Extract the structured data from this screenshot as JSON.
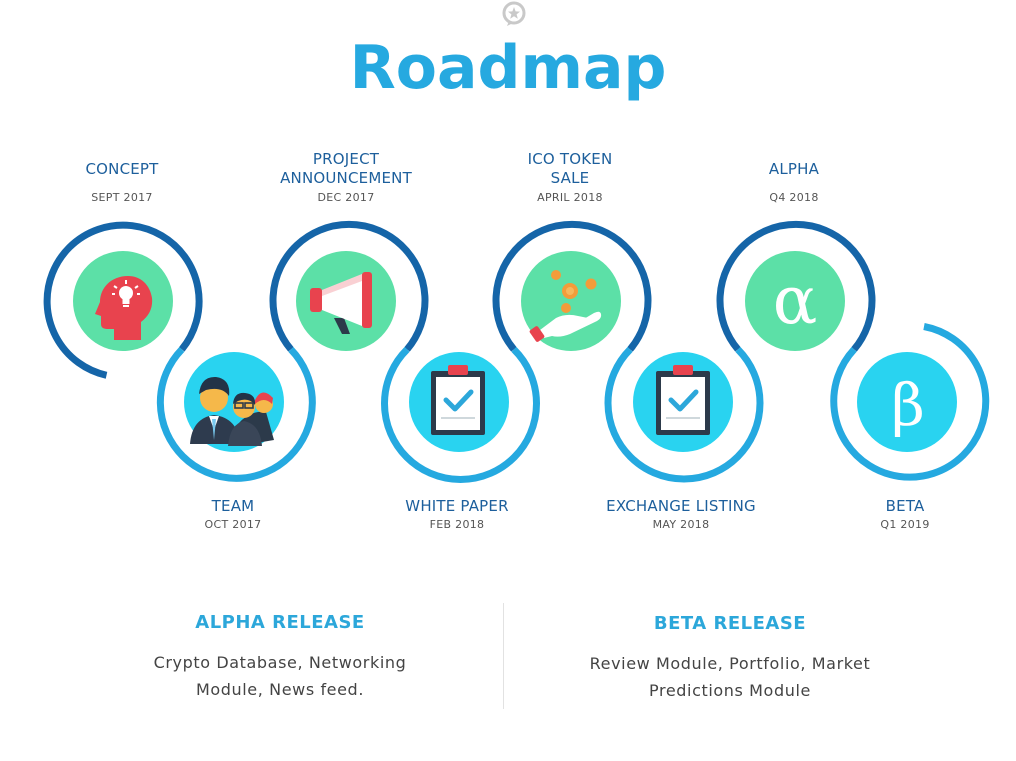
{
  "title": "Roadmap",
  "icons": {
    "logo": "badge-logo-icon",
    "concept": "head-lightbulb-icon",
    "team": "team-people-icon",
    "project_announcement": "megaphone-icon",
    "white_paper": "clipboard-check-icon",
    "ico_token_sale": "hand-coins-icon",
    "exchange_listing": "clipboard-check-icon",
    "alpha": "alpha-symbol-icon",
    "beta": "beta-symbol-icon"
  },
  "colors": {
    "title": "#26a9e0",
    "dark_ring": "#1565a8",
    "light_ring": "#25a9e0",
    "green_disc": "#5ce0a7",
    "cyan_disc": "#29d3f0",
    "label": "#1d5f9c"
  },
  "milestones": {
    "concept": {
      "label": "CONCEPT",
      "date": "SEPT 2017"
    },
    "team": {
      "label": "TEAM",
      "date": "OCT 2017"
    },
    "project": {
      "label_line1": "PROJECT",
      "label_line2": "ANNOUNCEMENT",
      "date": "DEC 2017"
    },
    "white_paper": {
      "label": "WHITE PAPER",
      "date": "FEB 2018"
    },
    "ico": {
      "label_line1": "ICO TOKEN",
      "label_line2": "SALE",
      "date": "APRIL 2018"
    },
    "exchange": {
      "label": "EXCHANGE LISTING",
      "date": "MAY 2018"
    },
    "alpha": {
      "label": "ALPHA",
      "date": "Q4 2018",
      "symbol": "α"
    },
    "beta": {
      "label": "BETA",
      "date": "Q1 2019",
      "symbol": "β"
    }
  },
  "releases": {
    "alpha": {
      "title": "ALPHA RELEASE",
      "line1": "Crypto Database, Networking",
      "line2": "Module, News feed."
    },
    "beta": {
      "title": "BETA RELEASE",
      "line1": "Review Module, Portfolio, Market",
      "line2": "Predictions Module"
    }
  }
}
